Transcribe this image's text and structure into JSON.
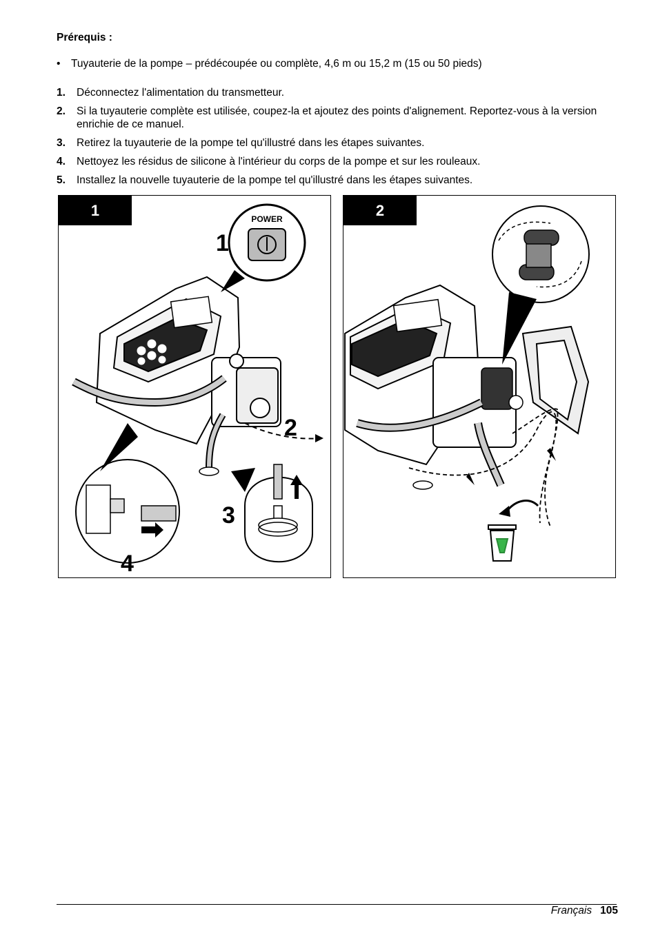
{
  "prerequisites": {
    "heading": "Prérequis :",
    "bullet": "•",
    "items": [
      "Tuyauterie de la pompe – prédécoupée ou complète, 4,6 m ou 15,2 m (15 ou 50 pieds)"
    ]
  },
  "steps": [
    {
      "num": "1.",
      "text": "Déconnectez l'alimentation du transmetteur."
    },
    {
      "num": "2.",
      "text": "Si la tuyauterie complète est utilisée, coupez-la et ajoutez des points d'alignement. Reportez-vous à la version enrichie de ce manuel."
    },
    {
      "num": "3.",
      "text": "Retirez la tuyauterie de la pompe tel qu'illustré dans les étapes suivantes."
    },
    {
      "num": "4.",
      "text": "Nettoyez les résidus de silicone à l'intérieur du corps de la pompe et sur les rouleaux."
    },
    {
      "num": "5.",
      "text": "Installez la nouvelle tuyauterie de la pompe tel qu'illustré dans les étapes suivantes."
    }
  ],
  "figures": [
    {
      "tab": "1",
      "power_label": "POWER",
      "callouts": [
        "1",
        "2",
        "3",
        "4"
      ]
    },
    {
      "tab": "2"
    }
  ],
  "footer": {
    "language": "Français",
    "page": "105"
  }
}
